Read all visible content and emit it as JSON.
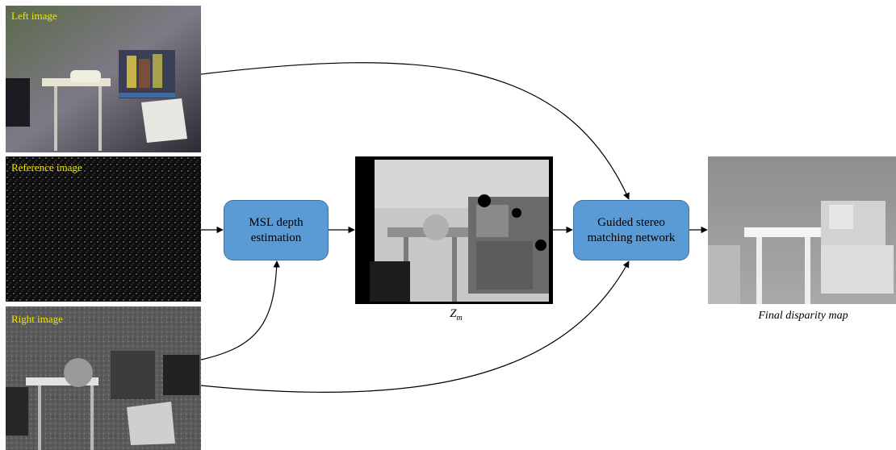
{
  "inputs": {
    "left": "Left image",
    "reference": "Reference image",
    "right": "Right image"
  },
  "blocks": {
    "msl_line1": "MSL depth",
    "msl_line2": "estimation",
    "gsm_line1": "Guided stereo",
    "gsm_line2": "matching network"
  },
  "outputs": {
    "zm_base": "Z",
    "zm_sub": "m",
    "final": "Final disparity map"
  },
  "colors": {
    "block_fill": "#5b9bd5",
    "block_border": "#41719c",
    "caption": "#f3e600"
  }
}
